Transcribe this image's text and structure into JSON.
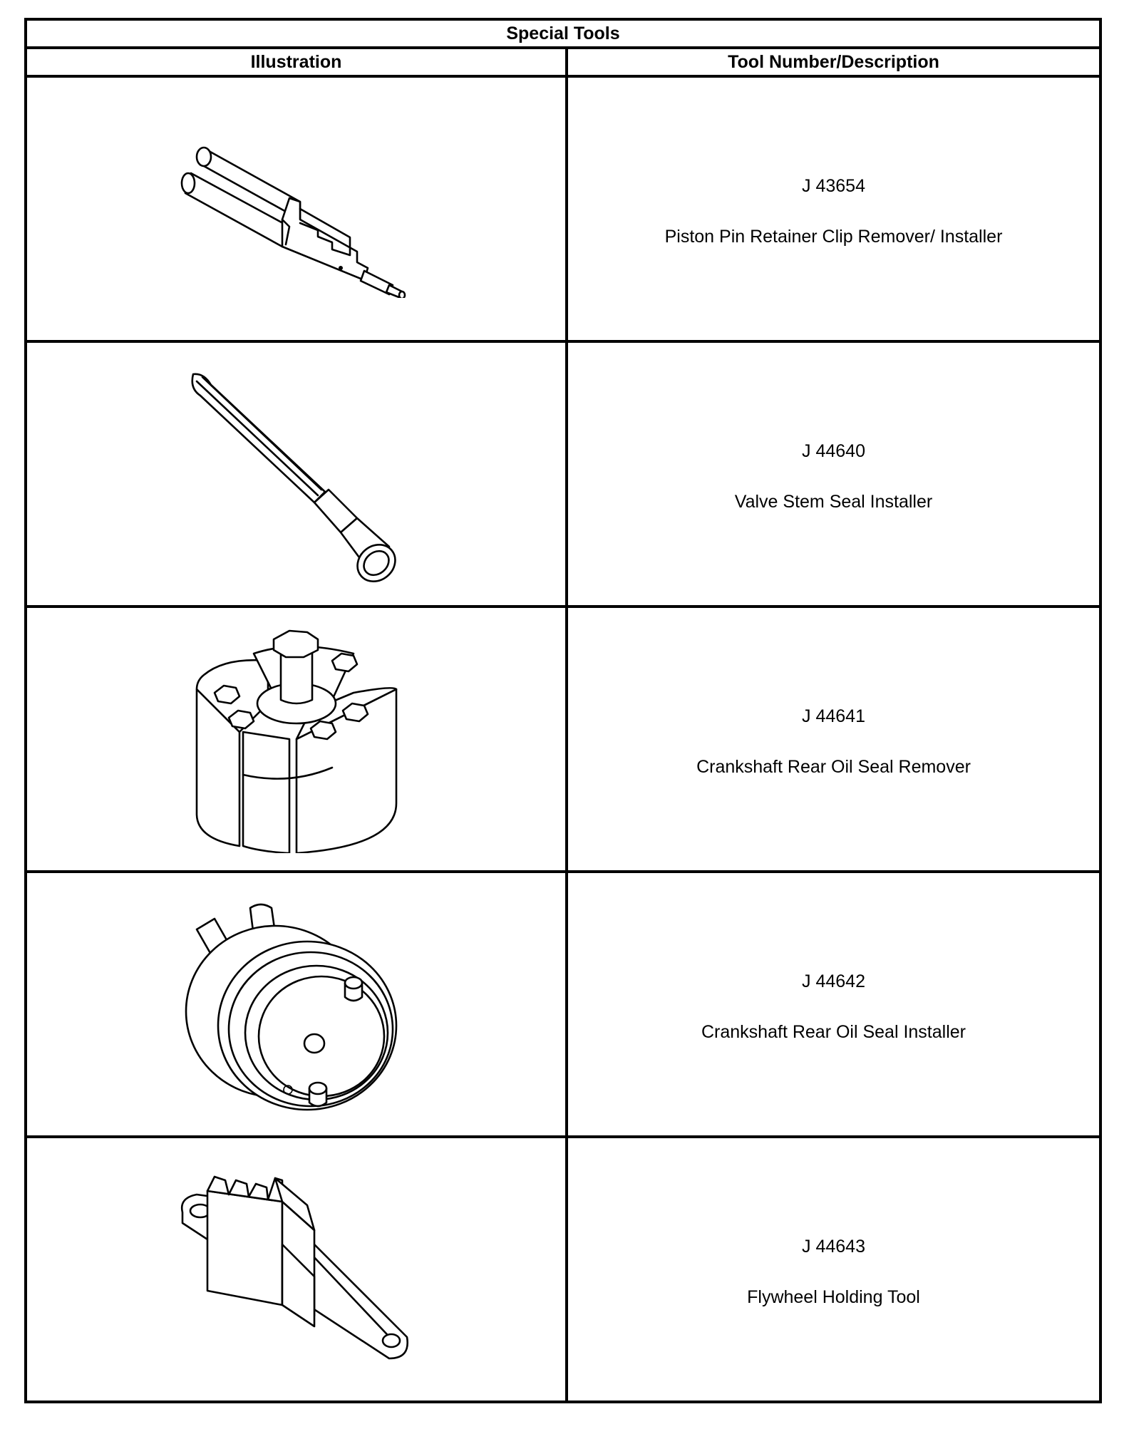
{
  "table": {
    "title": "Special Tools",
    "headers": {
      "illustration": "Illustration",
      "description": "Tool Number/Description"
    },
    "tools": [
      {
        "number": "J 43654",
        "description": "Piston Pin Retainer Clip Remover/ Installer",
        "icon": "clip-remover-installer-icon"
      },
      {
        "number": "J 44640",
        "description": "Valve Stem Seal Installer",
        "icon": "valve-stem-seal-installer-icon"
      },
      {
        "number": "J 44641",
        "description": "Crankshaft Rear Oil Seal Remover",
        "icon": "seal-remover-icon"
      },
      {
        "number": "J 44642",
        "description": "Crankshaft Rear Oil Seal Installer",
        "icon": "seal-installer-icon"
      },
      {
        "number": "J 44643",
        "description": "Flywheel Holding Tool",
        "icon": "flywheel-holding-tool-icon"
      }
    ]
  }
}
